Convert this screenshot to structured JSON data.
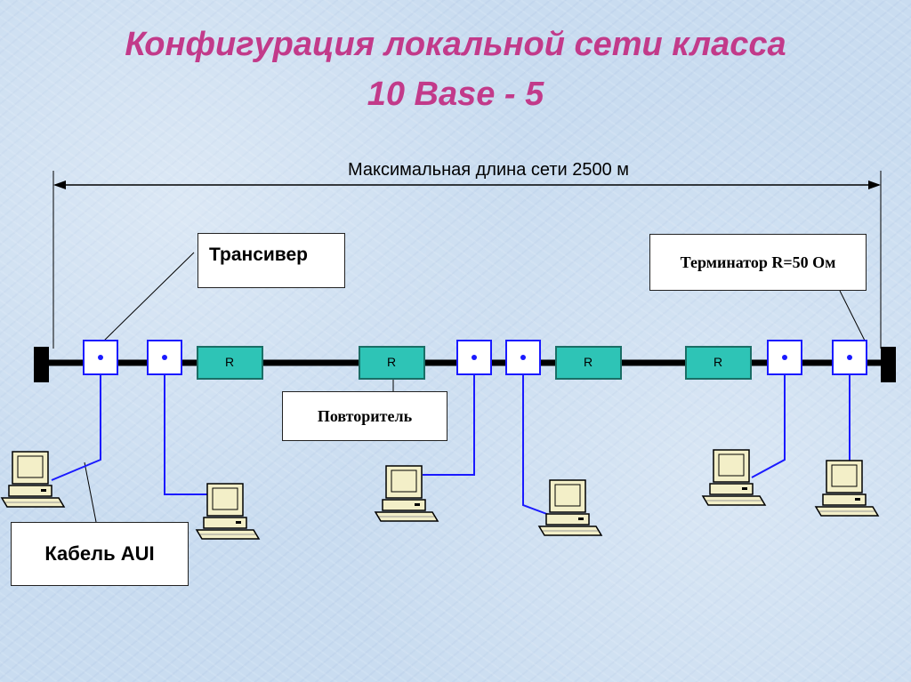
{
  "title": {
    "line1": "Конфигурация локальной сети класса",
    "line2": "10 Base - 5"
  },
  "dimension_label": "Максимальная длина сети 2500 м",
  "labels": {
    "transceiver": "Трансивер",
    "terminator": "Терминатор R=50 Ом",
    "repeater": "Повторитель",
    "aui_cable": "Кабель AUI"
  },
  "repeater_letter": "R",
  "colors": {
    "title": "#c23a8a",
    "repeater_fill": "#2ec4b6",
    "cable": "#000000",
    "drop_cable": "#1a1aff",
    "monitor": "#f3efc8"
  },
  "icons": [
    "computer-icon",
    "transceiver-icon",
    "terminator-icon"
  ]
}
